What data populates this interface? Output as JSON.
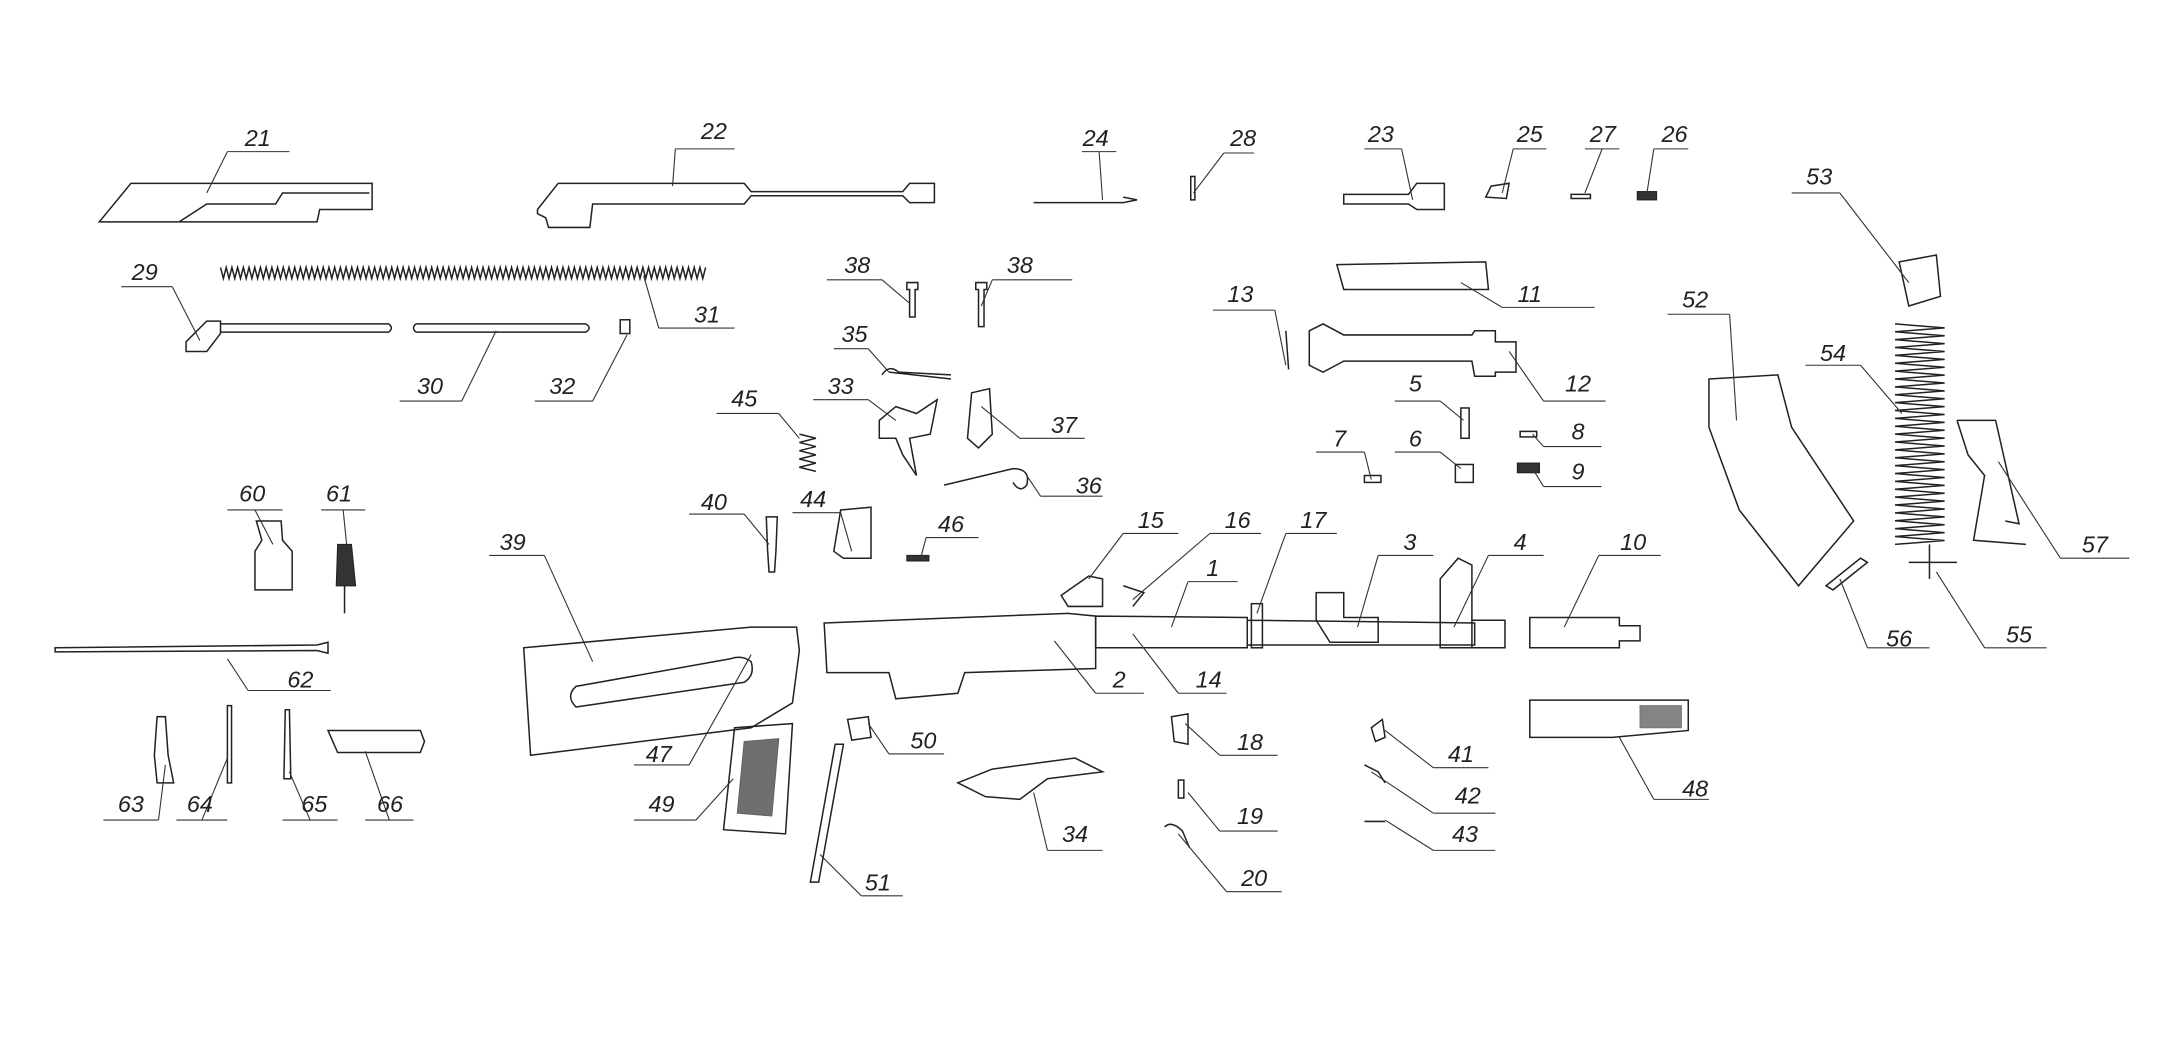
{
  "diagram": {
    "type": "exploded-parts-view",
    "part_numbers": [
      "21",
      "22",
      "24",
      "28",
      "23",
      "25",
      "27",
      "26",
      "53",
      "29",
      "31",
      "30",
      "32",
      "38",
      "38",
      "13",
      "11",
      "52",
      "54",
      "12",
      "35",
      "45",
      "33",
      "37",
      "5",
      "8",
      "7",
      "6",
      "9",
      "57",
      "36",
      "60",
      "61",
      "40",
      "44",
      "15",
      "16",
      "17",
      "46",
      "39",
      "1",
      "3",
      "4",
      "10",
      "56",
      "55",
      "2",
      "14",
      "62",
      "47",
      "50",
      "18",
      "41",
      "48",
      "49",
      "63",
      "64",
      "65",
      "66",
      "42",
      "19",
      "34",
      "43",
      "20",
      "51"
    ]
  }
}
